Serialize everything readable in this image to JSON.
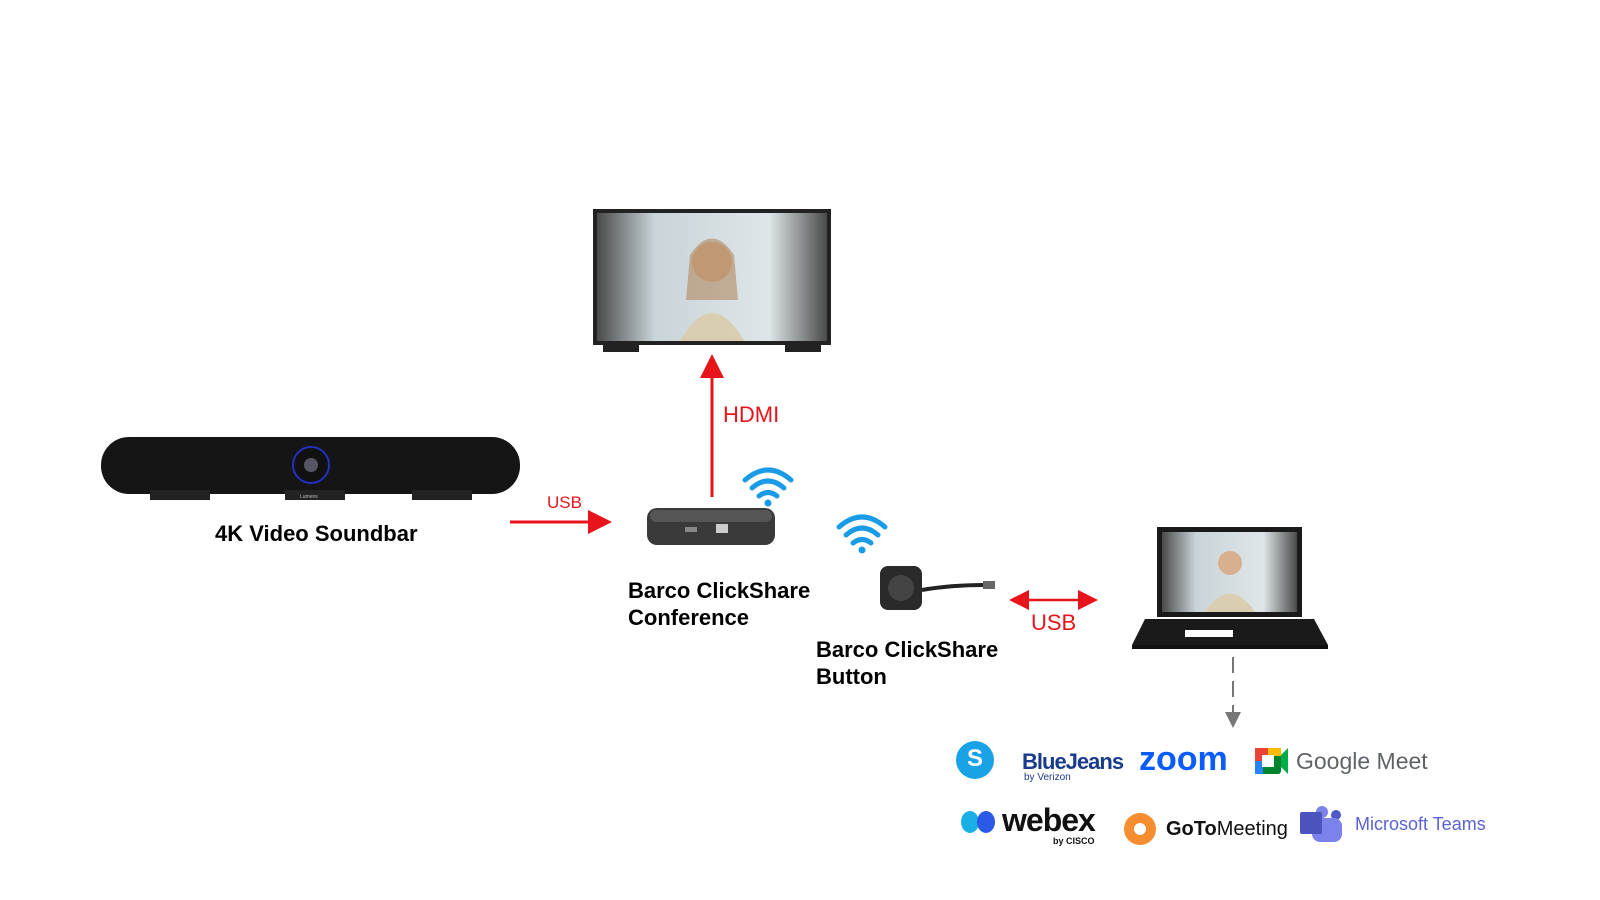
{
  "devices": {
    "soundbar": "4K Video Soundbar",
    "soundbar_brand": "Lumens",
    "conference_line1": "Barco ClickShare",
    "conference_line2": "Conference",
    "button_line1": "Barco ClickShare",
    "button_line2": "Button"
  },
  "connections": {
    "hdmi": "HDMI",
    "usb1": "USB",
    "usb2": "USB"
  },
  "apps": {
    "skype": "S",
    "bluejeans": "BlueJeans",
    "bluejeans_sub": "by Verizon",
    "zoom": "zoom",
    "google_meet": "Google Meet",
    "webex": "webex",
    "webex_sub": "by CISCO",
    "goto_bold": "GoTo",
    "goto_rest": "Meeting",
    "teams": "Microsoft Teams"
  },
  "colors": {
    "red": "#e8141b",
    "wifi": "#1a9be8"
  }
}
